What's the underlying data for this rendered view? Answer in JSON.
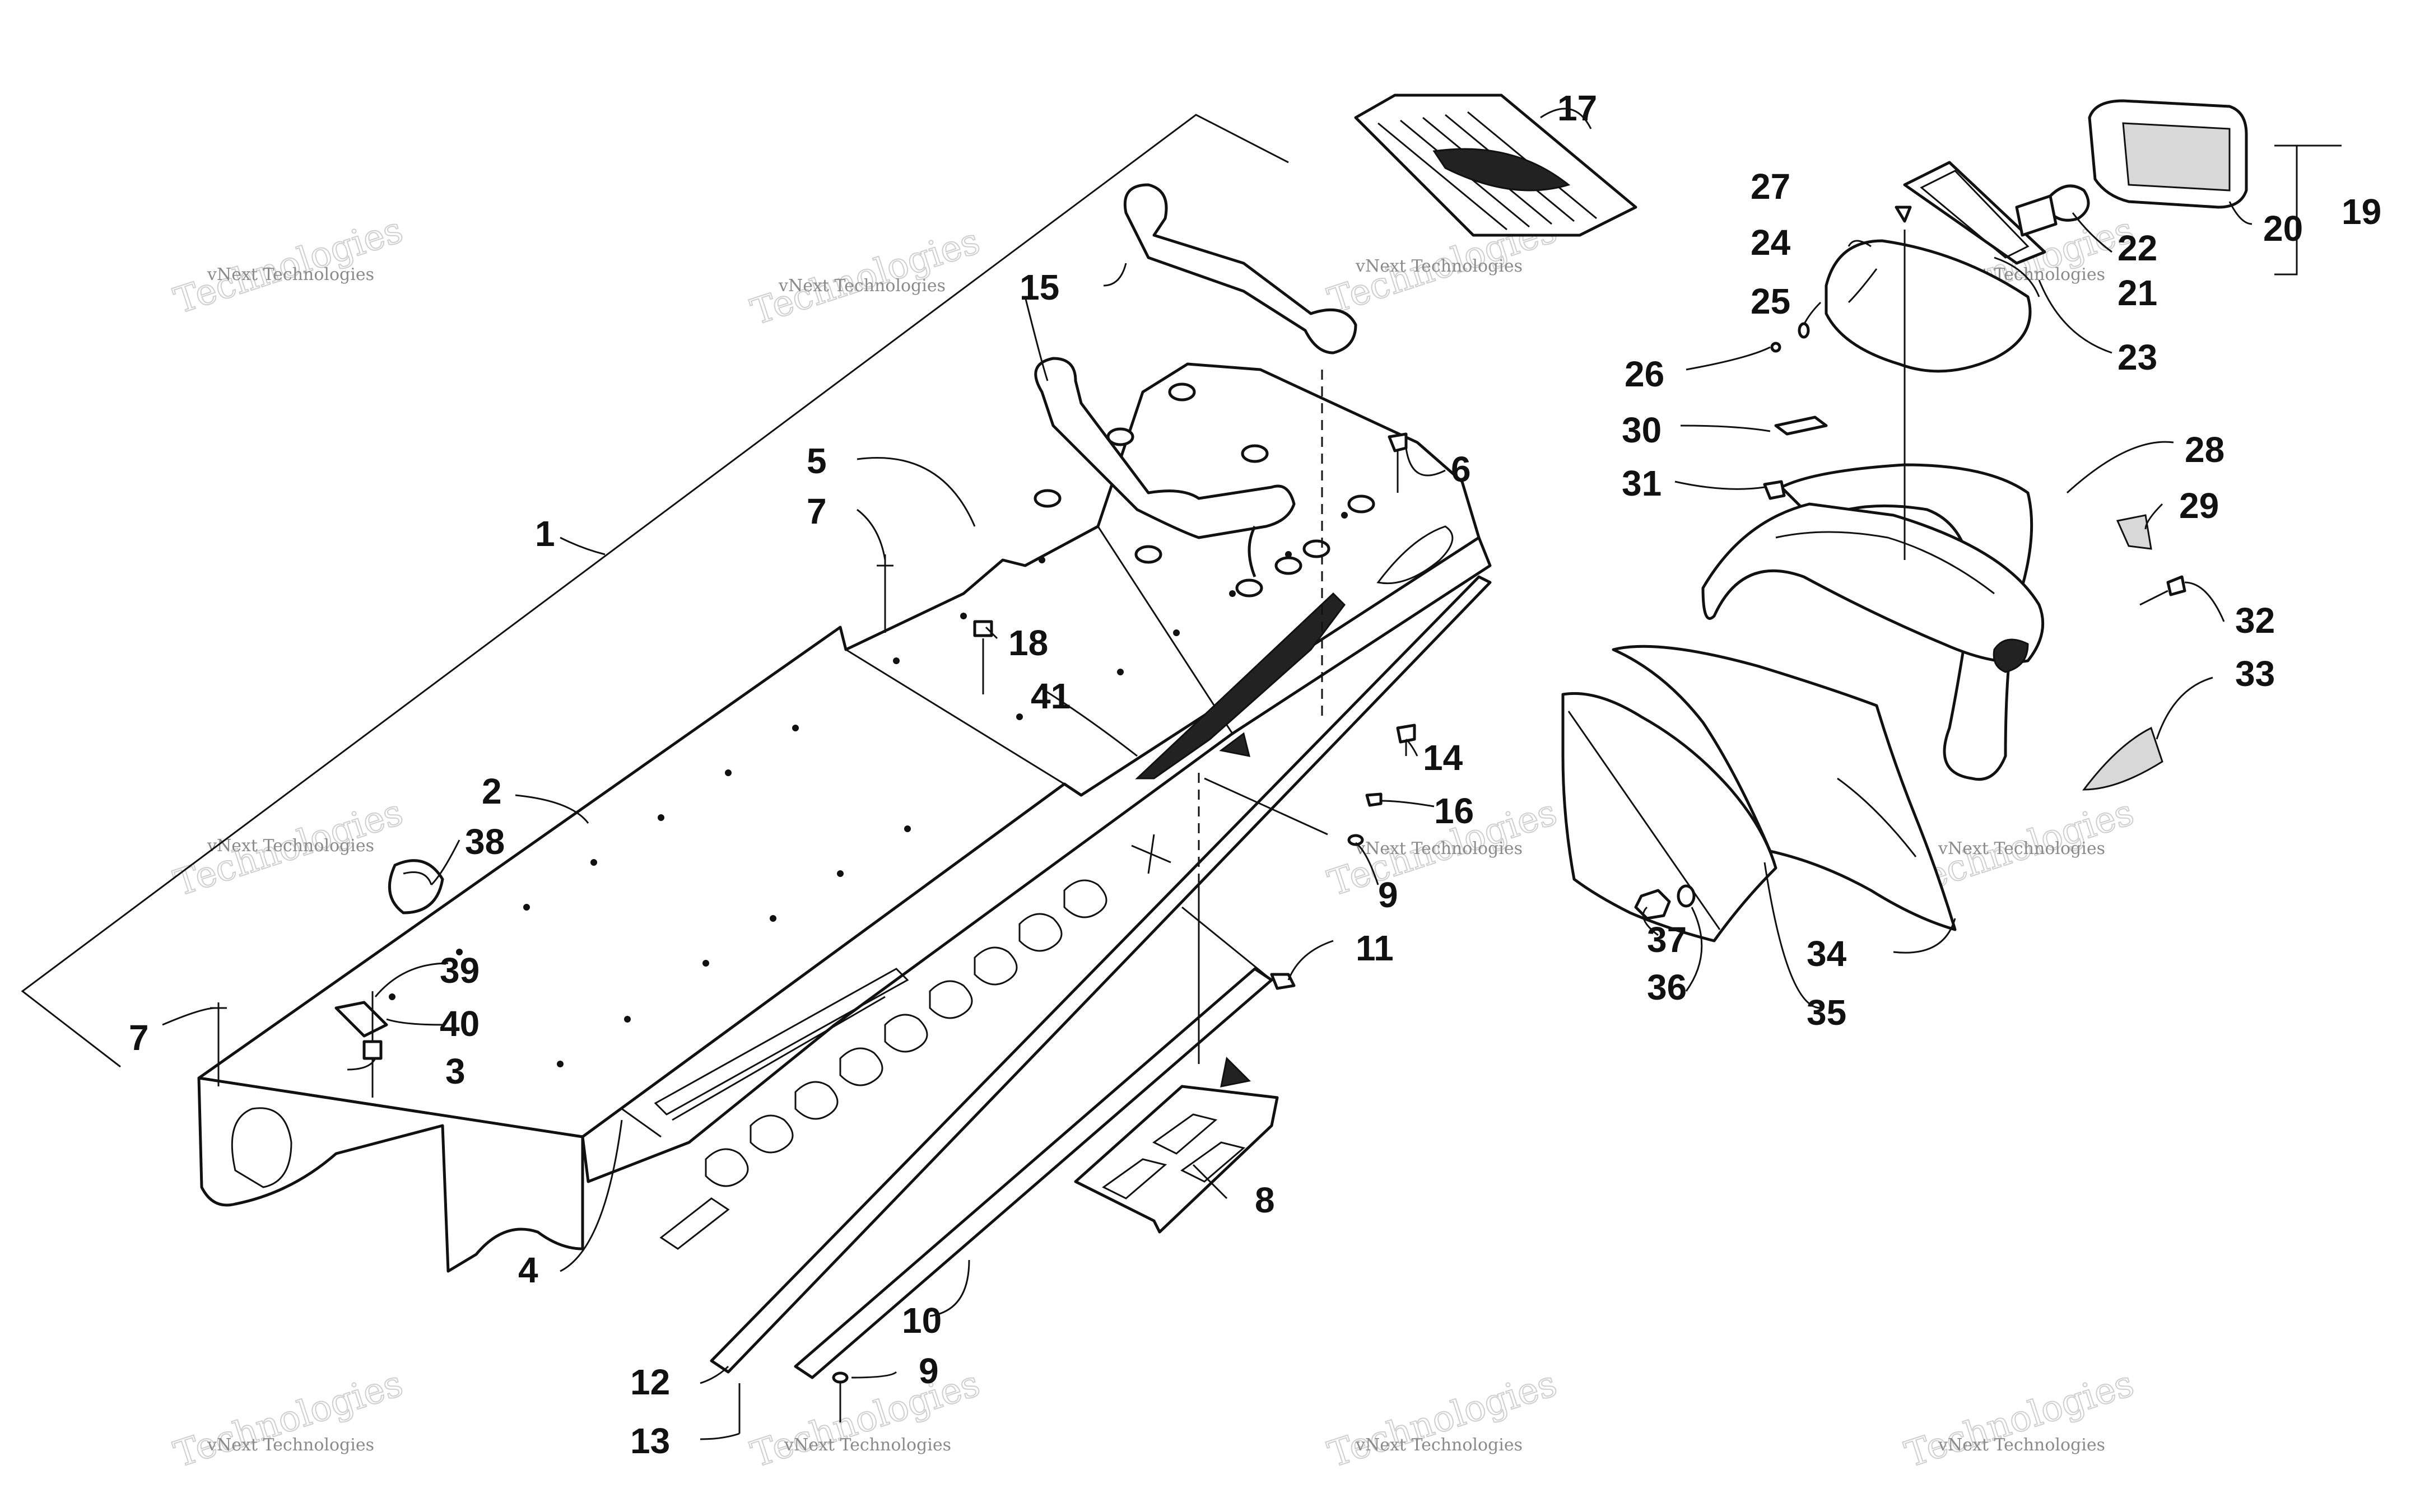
{
  "callouts": [
    "1",
    "2",
    "3",
    "4",
    "5",
    "6",
    "7",
    "7",
    "8",
    "9",
    "9",
    "10",
    "11",
    "12",
    "13",
    "14",
    "15",
    "16",
    "17",
    "18",
    "19",
    "20",
    "21",
    "22",
    "23",
    "24",
    "25",
    "26",
    "27",
    "28",
    "29",
    "30",
    "31",
    "32",
    "33",
    "34",
    "35",
    "36",
    "37",
    "38",
    "39",
    "40",
    "41"
  ],
  "watermark": {
    "small": "vNext Technologies",
    "big": "Technologies"
  },
  "colors": {
    "ink": "#111111",
    "watermark": "#8a8a8a",
    "background": "#ffffff"
  }
}
